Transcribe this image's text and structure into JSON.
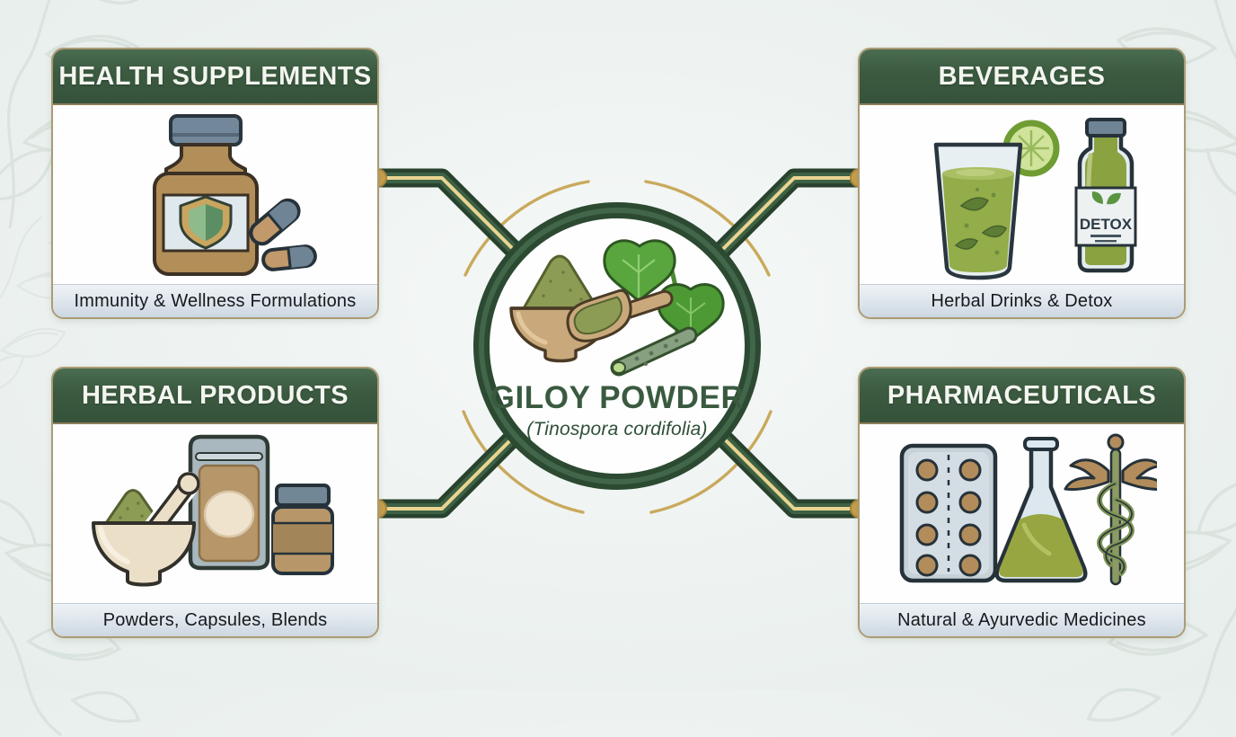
{
  "center": {
    "title": "GILOY POWDER",
    "subtitle": "(Tinospora cordifolia)",
    "icons": [
      "powder-bowl-icon",
      "scoop-icon",
      "giloy-stem-icon",
      "giloy-leaf-icon"
    ]
  },
  "boxes": [
    {
      "id": "health-supplements",
      "title": "HEALTH SUPPLEMENTS",
      "caption": "Immunity & Wellness Formulations",
      "icons": [
        "supplement-bottle-icon",
        "shield-icon",
        "capsules-icon"
      ]
    },
    {
      "id": "beverages",
      "title": "BEVERAGES",
      "caption": "Herbal Drinks & Detox",
      "bottle_label": "DETOX",
      "icons": [
        "juice-glass-icon",
        "lime-slice-icon",
        "detox-bottle-icon"
      ]
    },
    {
      "id": "herbal-products",
      "title": "HERBAL PRODUCTS",
      "caption": "Powders, Capsules, Blends",
      "icons": [
        "mortar-pestle-icon",
        "pouch-icon",
        "jar-icon"
      ]
    },
    {
      "id": "pharmaceuticals",
      "title": "PHARMACEUTICALS",
      "caption": "Natural & Ayurvedic Medicines",
      "icons": [
        "blister-pack-icon",
        "flask-icon",
        "caduceus-icon"
      ]
    }
  ],
  "colors": {
    "header_green": "#3b5a40",
    "ring_green": "#2c4a32",
    "connector_green": "#28422d",
    "gold": "#c69f4e",
    "gold_stripe": "#e9d490",
    "card_border": "#ab9b73",
    "footer_strip": "#dde5ec",
    "background": "#edf2f0",
    "title_green": "#3a5a40"
  }
}
